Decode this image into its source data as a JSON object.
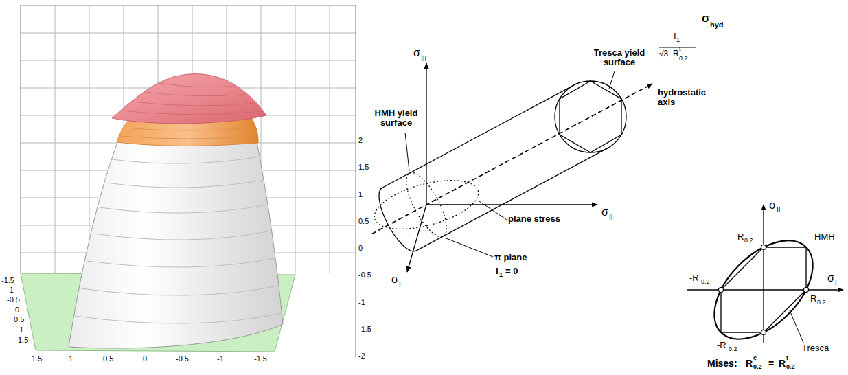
{
  "diagram": {
    "labels": [
      "2",
      "1.5",
      "1",
      "0.5",
      "0",
      "-0.5",
      "-1",
      "-1.5",
      "-2",
      "-1.5",
      "-1",
      "-0.5",
      "0",
      "0.5",
      "1",
      "1.5",
      "1.5",
      "1",
      "0.5",
      "0",
      "-0.5",
      "-1",
      "-1.5",
      "σ",
      "III",
      "Tresca yield surface",
      "σ",
      "hyd",
      "I",
      "1",
      "√3",
      "R",
      "t",
      "0.2",
      "hydrostatic axis",
      "HMH yield surface",
      "σ",
      "II",
      "plane stress",
      "σ",
      "I",
      "π plane",
      "I",
      "1",
      "= 0",
      "σ",
      "II",
      "σ",
      "I",
      "R",
      "0.2",
      "HMH",
      "-R",
      "0.2",
      "R",
      "0.2",
      "-R",
      "0.2",
      "Tresca",
      "Mises:",
      "R",
      "c",
      "0.2",
      "=",
      "R",
      "t",
      "0.2"
    ]
  }
}
